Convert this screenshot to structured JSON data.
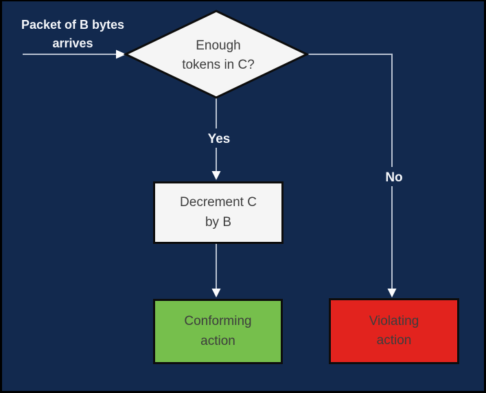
{
  "colors": {
    "background": "#12294e",
    "frame": "#000000",
    "node_fill": "#f5f5f5",
    "node_border": "#0d0d0d",
    "node_text": "#3d3d3d",
    "conforming_fill": "#76bf4c",
    "violating_fill": "#e2231e",
    "line": "#b9c3d2",
    "arrowhead": "#fbfcfe",
    "label_text": "#f4f6fa"
  },
  "labels": {
    "packet": "Packet of B bytes\narrives",
    "yes": "Yes",
    "no": "No"
  },
  "nodes": {
    "decision": "Enough\ntokens in C?",
    "decrement": "Decrement C\nby B",
    "conforming": "Conforming\naction",
    "violating": "Violating\naction"
  }
}
